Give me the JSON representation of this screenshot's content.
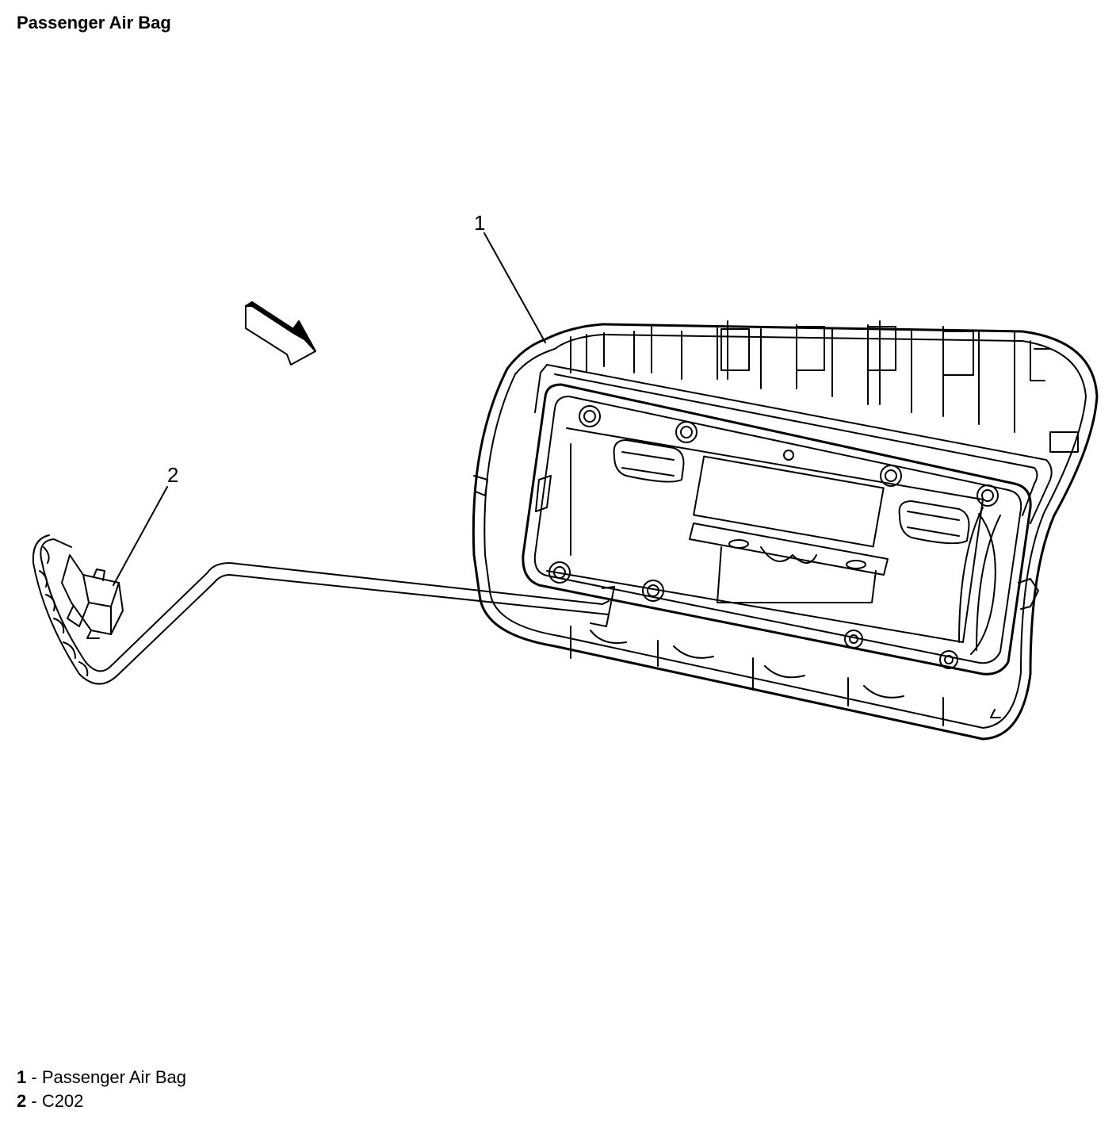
{
  "page": {
    "title": "Passenger Air Bag"
  },
  "callouts": [
    {
      "number": "1"
    },
    {
      "number": "2"
    }
  ],
  "legend": [
    {
      "number": "1",
      "separator": " - ",
      "label": "Passenger Air Bag"
    },
    {
      "number": "2",
      "separator": " - ",
      "label": "C202"
    }
  ],
  "icons": {
    "direction": "view-direction-arrow-icon"
  },
  "colors": {
    "line": "#000000",
    "background": "#ffffff"
  }
}
